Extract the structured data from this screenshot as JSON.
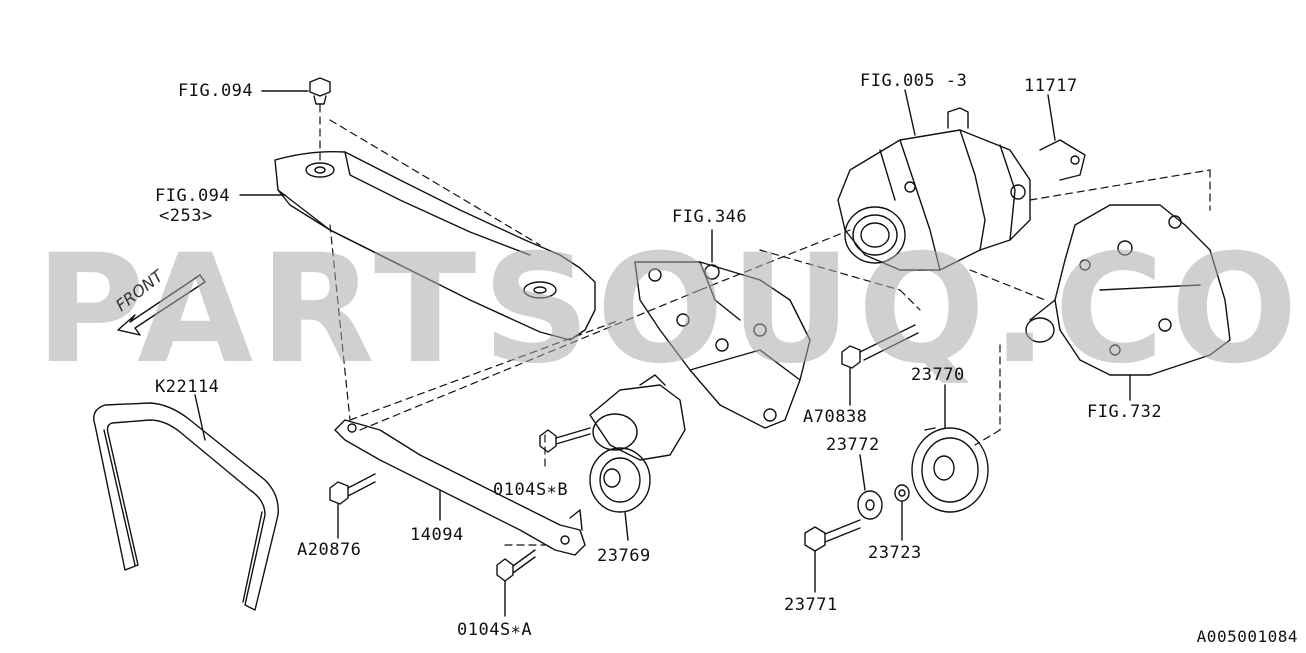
{
  "watermark": "PARTSOUQ.COM",
  "front_marker": "FRONT",
  "diagram_code": "A005001084",
  "labels": {
    "fig094_bolt": "FIG.094",
    "fig094_cover": "FIG.094",
    "fig094_sub": "<253>",
    "fig005": "FIG.005 -3",
    "p11717": "11717",
    "fig346": "FIG.346",
    "k22114": "K22114",
    "a70838": "A70838",
    "p23770": "23770",
    "fig732": "FIG.732",
    "p23772": "23772",
    "s0104b": "0104S∗B",
    "a20876": "A20876",
    "p14094": "14094",
    "p23769": "23769",
    "p23723": "23723",
    "p23771": "23771",
    "s0104a": "0104S∗A"
  },
  "colors": {
    "ink": "#111111",
    "watermark": "#aaaaaa"
  }
}
